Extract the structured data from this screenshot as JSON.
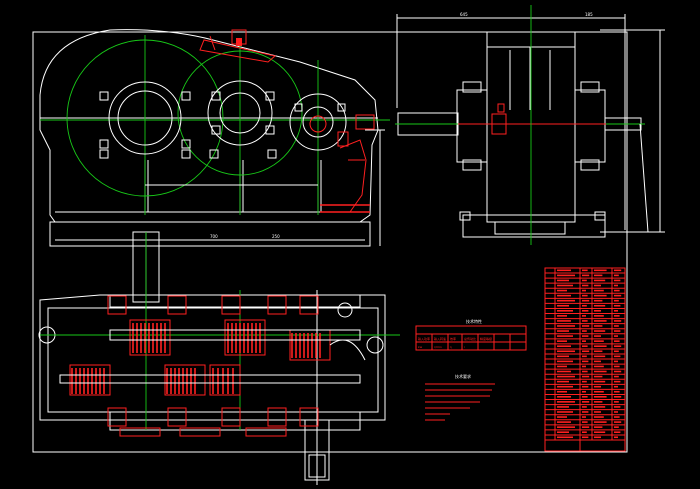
{
  "drawing": {
    "views": [
      "front-view",
      "side-view",
      "top-section-view"
    ]
  },
  "colors": {
    "background": "#000000",
    "outline": "#ffffff",
    "detail": "#ff2020",
    "center": "#18c818"
  },
  "tech_table": {
    "header": "技术特性",
    "rows": [
      [
        "输入功率",
        "输入转速",
        "效率",
        "总传动比",
        "精度等级",
        "",
        ""
      ],
      [
        "kw",
        "r/min",
        "η",
        "i",
        "",
        "",
        ""
      ]
    ]
  },
  "notes": {
    "title": "技术要求",
    "lines": [
      "",
      "",
      "",
      "",
      "",
      "",
      ""
    ]
  },
  "title_block": {
    "rows_count": 34
  }
}
